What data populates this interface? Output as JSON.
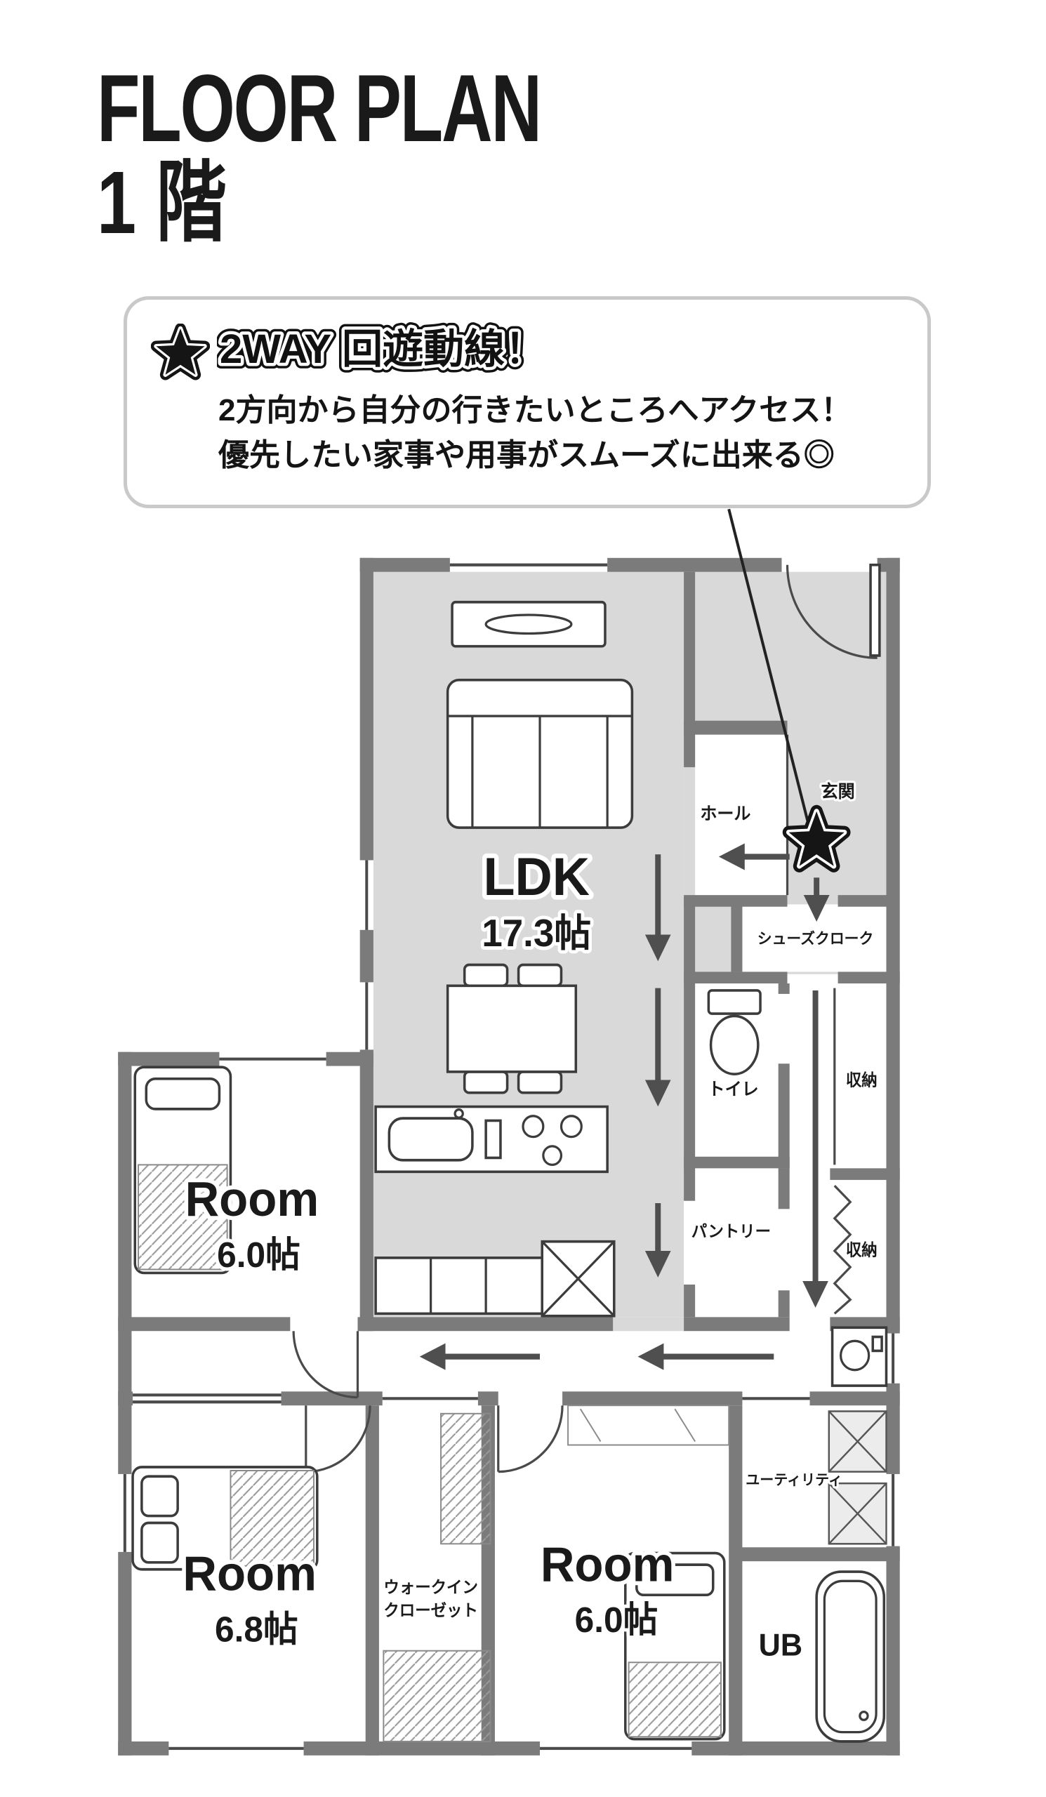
{
  "header": {
    "title": "FLOOR PLAN",
    "floor": "1 階"
  },
  "callout": {
    "heading": "2WAY 回遊動線！",
    "body_line1": "2方向から自分の行きたいところへアクセス！",
    "body_line2": "優先したい家事や用事がスムーズに出来る◎"
  },
  "rooms": {
    "ldk_name": "LDK",
    "ldk_size": "17.3帖",
    "hall": "ホール",
    "entrance": "玄関",
    "shoe_closet": "シューズクローク",
    "toilet": "トイレ",
    "storage_upper": "収納",
    "pantry": "パントリー",
    "storage_lower": "収納",
    "room_nw_name": "Room",
    "room_nw_size": "6.0帖",
    "room_sw_name": "Room",
    "room_sw_size": "6.8帖",
    "wic_line1": "ウォークイン",
    "wic_line2": "クローゼット",
    "room_s_name": "Room",
    "room_s_size": "6.0帖",
    "utility": "ユーティリティ",
    "unit_bath": "UB"
  },
  "colors": {
    "wall": "#7b7b7b",
    "floor": "#d9d9d9",
    "ink": "#1a1a1a",
    "arrow": "#4f4f4f",
    "callout_border": "#c9c9c9"
  }
}
